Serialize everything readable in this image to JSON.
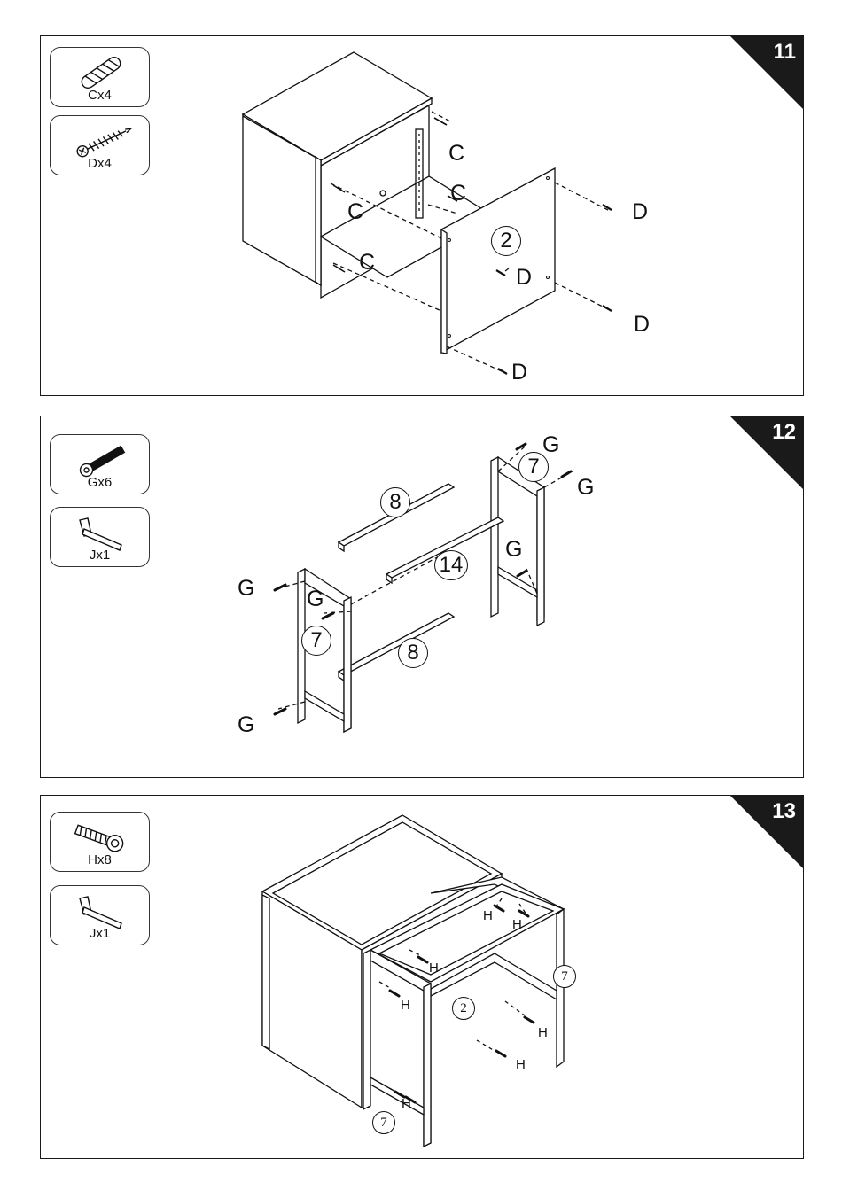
{
  "steps": [
    {
      "number": "11",
      "parts": [
        {
          "icon": "dowel-icon",
          "label": "Cx4"
        },
        {
          "icon": "screw-icon",
          "label": "Dx4"
        }
      ],
      "callouts": {
        "c": "C",
        "d": "D",
        "panel": "2"
      }
    },
    {
      "number": "12",
      "parts": [
        {
          "icon": "bolt-icon",
          "label": "Gx6"
        },
        {
          "icon": "allen-key-icon",
          "label": "Jx1"
        }
      ],
      "callouts": {
        "g": "G",
        "frame": "7",
        "rail": "8",
        "crossbar": "14"
      }
    },
    {
      "number": "13",
      "parts": [
        {
          "icon": "bolt-icon",
          "label": "Hx8"
        },
        {
          "icon": "allen-key-icon",
          "label": "Jx1"
        }
      ],
      "callouts": {
        "h": "H",
        "panel": "2",
        "frame": "7"
      }
    }
  ],
  "colors": {
    "ink": "#111111",
    "badge": "#1a1a1a",
    "background": "#ffffff"
  }
}
